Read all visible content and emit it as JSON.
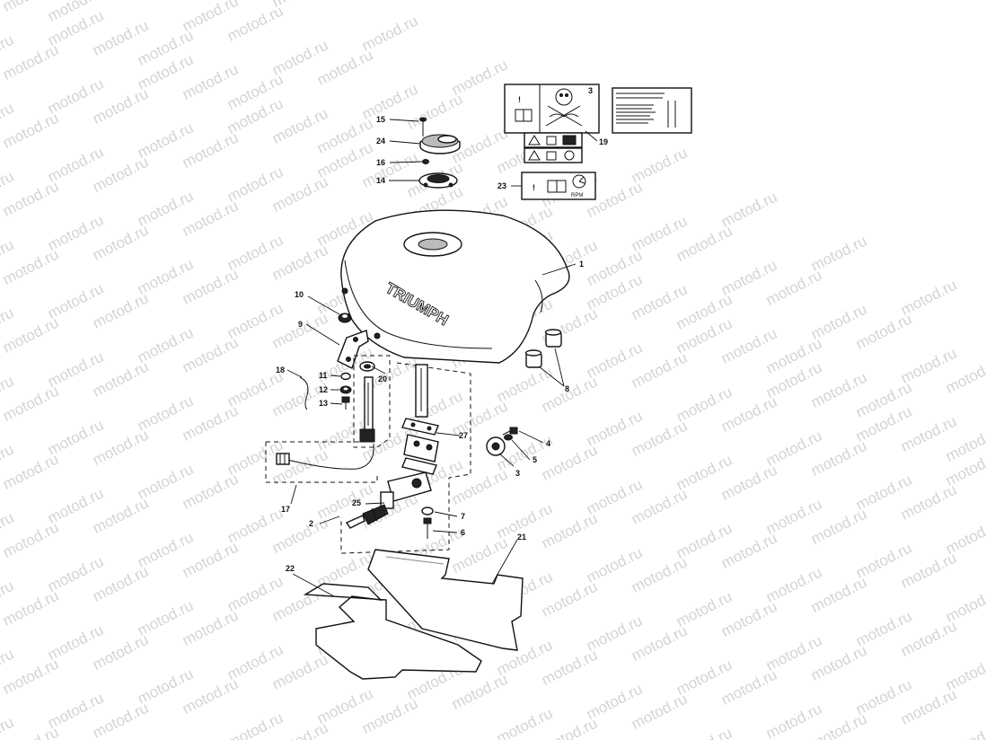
{
  "watermark": {
    "text": "motod.ru"
  },
  "tank_logo": "TRIUMPH",
  "label_rpm_text": "RPM",
  "label_warning_number": "3",
  "callouts": {
    "c1": "1",
    "c2": "2",
    "c3": "3",
    "c4": "4",
    "c5": "5",
    "c6": "6",
    "c7": "7",
    "c8": "8",
    "c9": "9",
    "c10": "10",
    "c11": "11",
    "c12": "12",
    "c13": "13",
    "c14": "14",
    "c15": "15",
    "c16": "16",
    "c17": "17",
    "c18": "18",
    "c19": "19",
    "c20": "20",
    "c21": "21",
    "c22": "22",
    "c23": "23",
    "c24": "24",
    "c25": "25",
    "c27": "27"
  }
}
